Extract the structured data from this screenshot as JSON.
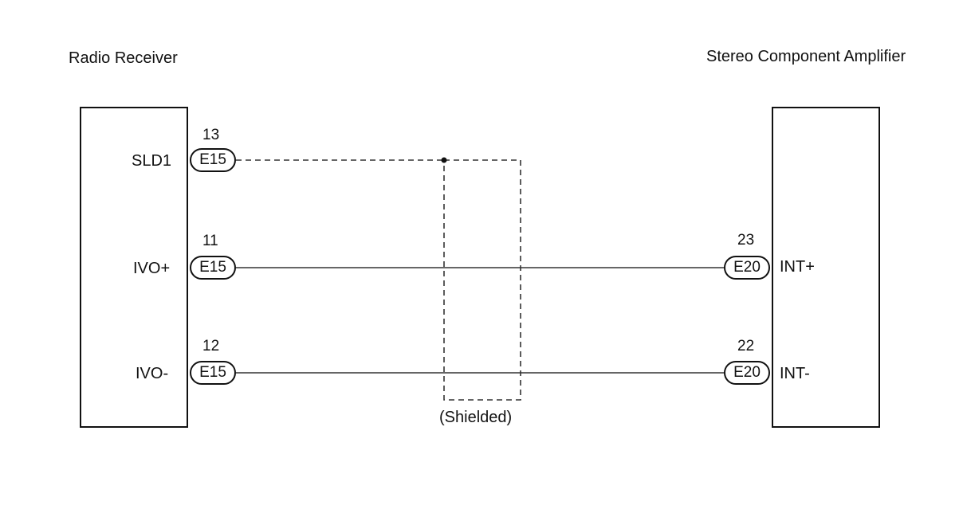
{
  "left_component": {
    "title": "Radio Receiver",
    "pins": [
      {
        "signal": "SLD1",
        "pin": "13",
        "connector": "E15"
      },
      {
        "signal": "IVO+",
        "pin": "11",
        "connector": "E15"
      },
      {
        "signal": "IVO-",
        "pin": "12",
        "connector": "E15"
      }
    ]
  },
  "right_component": {
    "title": "Stereo Component Amplifier",
    "pins": [
      {
        "signal": "INT+",
        "pin": "23",
        "connector": "E20"
      },
      {
        "signal": "INT-",
        "pin": "22",
        "connector": "E20"
      }
    ]
  },
  "shield_label": "(Shielded)"
}
